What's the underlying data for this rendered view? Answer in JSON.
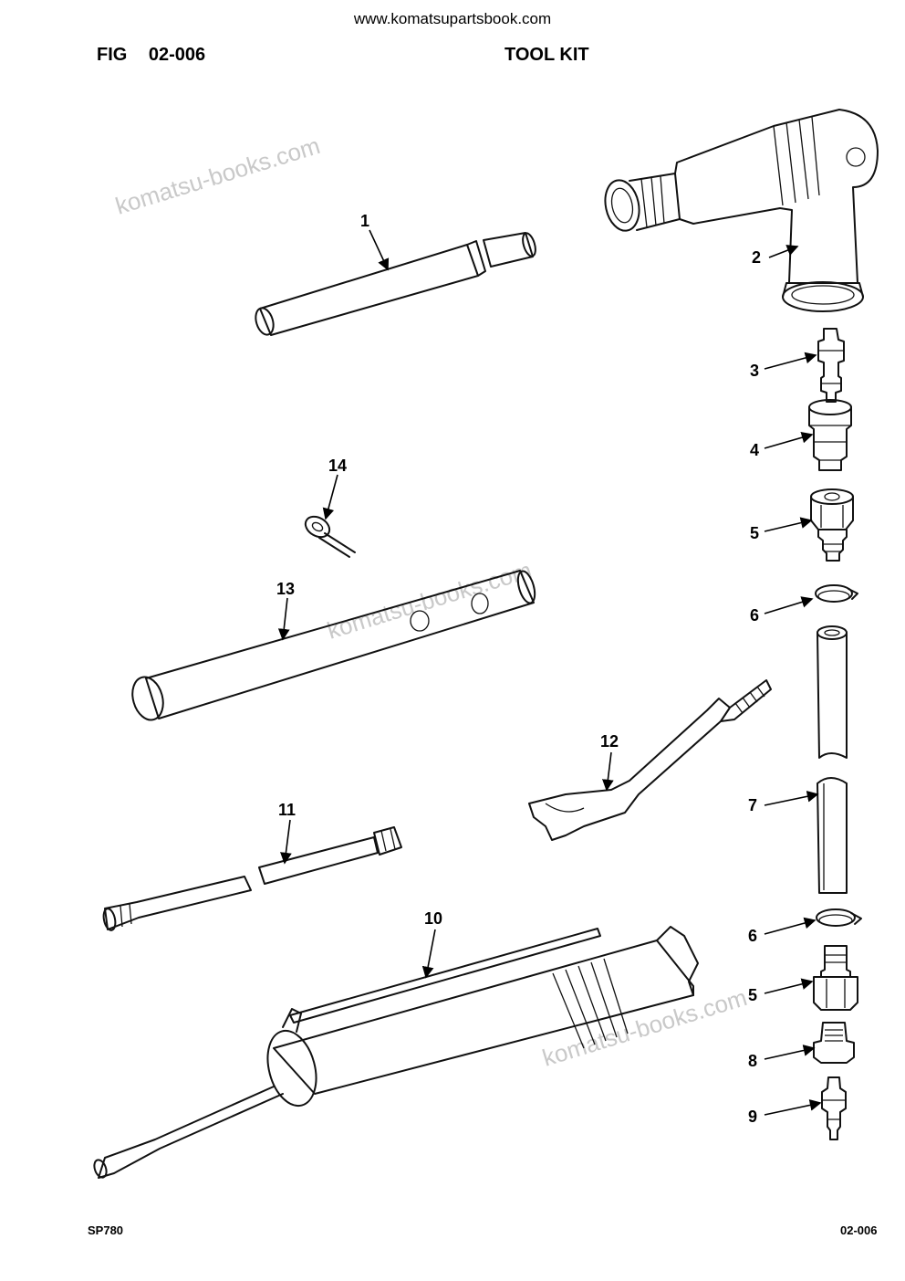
{
  "header": {
    "url": "www.komatsupartsbook.com",
    "figure": "FIG 02-006",
    "title": "TOOL KIT"
  },
  "footer": {
    "left": "SP780",
    "right": "02-006"
  },
  "watermarks": [
    "komatsu-books.com",
    "komatsu-books.com",
    "komatsu-books.com"
  ],
  "callouts": {
    "c1": "1",
    "c2": "2",
    "c3": "3",
    "c4": "4",
    "c5a": "5",
    "c6a": "6",
    "c7": "7",
    "c6b": "6",
    "c5b": "5",
    "c8": "8",
    "c9": "9",
    "c10": "10",
    "c11": "11",
    "c12": "12",
    "c13": "13",
    "c14": "14"
  }
}
